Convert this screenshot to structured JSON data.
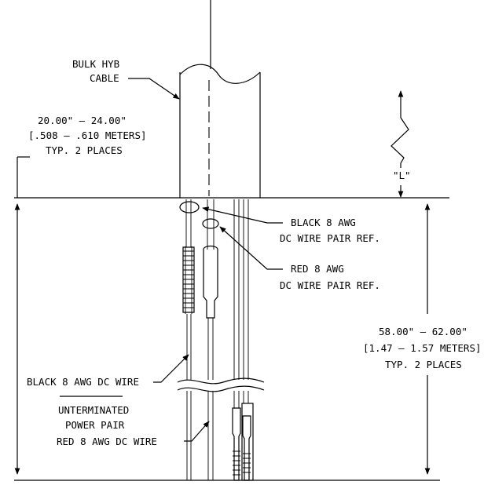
{
  "labels": {
    "bulk_cable_1": "BULK HYB",
    "bulk_cable_2": "CABLE",
    "upper_dim_1": "20.00\" – 24.00\"",
    "upper_dim_2": "[.508 – .610 METERS]",
    "upper_dim_3": "TYP. 2 PLACES",
    "length_symbol": "\"L\"",
    "black_ref_1": "BLACK 8 AWG",
    "black_ref_2": "DC WIRE PAIR REF.",
    "red_ref_1": "RED 8 AWG",
    "red_ref_2": "DC WIRE PAIR REF.",
    "lower_dim_1": "58.00\" – 62.00\"",
    "lower_dim_2": "[1.47 – 1.57 METERS]",
    "lower_dim_3": "TYP. 2 PLACES",
    "black_wire": "BLACK 8 AWG DC WIRE",
    "unterminated_1": "UNTERMINATED",
    "unterminated_2": "POWER PAIR",
    "red_wire": "RED 8 AWG DC WIRE"
  }
}
